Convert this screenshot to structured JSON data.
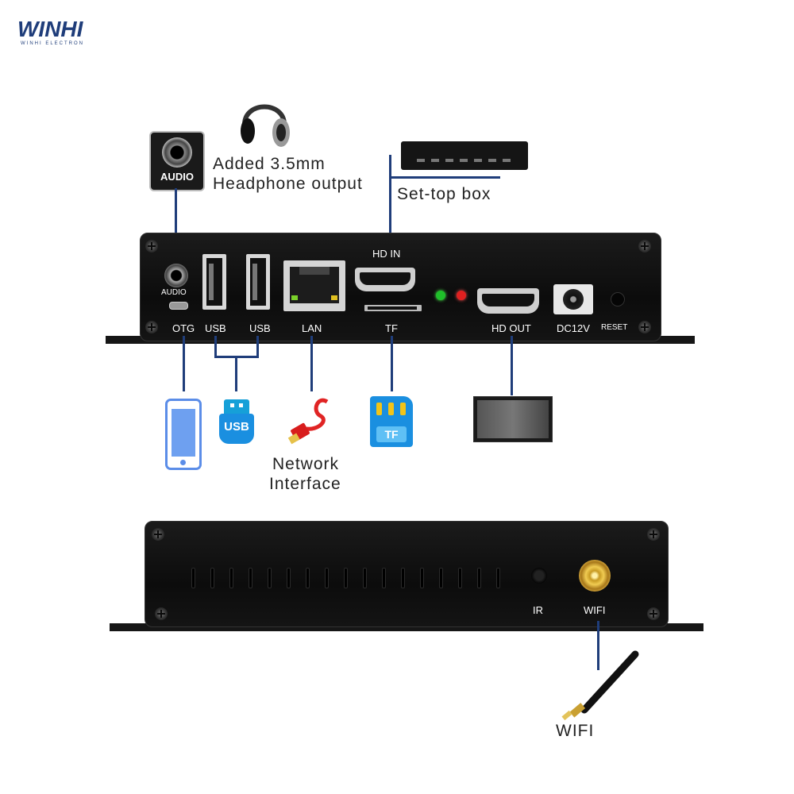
{
  "brand": {
    "logo_text": "WINHI",
    "tagline": "WINHI ELECTRON",
    "color": "#1f3d7a"
  },
  "callouts": {
    "audio_badge": "AUDIO",
    "headphone_line1": "Added 3.5mm",
    "headphone_line2": "Headphone output",
    "settop_box": "Set-top box",
    "network_line1": "Network",
    "network_line2": "Interface",
    "wifi_bottom": "WIFI"
  },
  "front_panel": {
    "ports": {
      "audio": "AUDIO",
      "otg": "OTG",
      "usb1": "USB",
      "usb2": "USB",
      "lan": "LAN",
      "hd_in": "HD IN",
      "tf": "TF",
      "hd_out": "HD OUT",
      "dc": "DC12V",
      "reset": "RESET"
    },
    "led_colors": [
      "#1fbf2a",
      "#e02020"
    ]
  },
  "accessories": {
    "usb_stick_label": "USB",
    "tf_card_label": "TF"
  },
  "back_panel": {
    "ir": "IR",
    "wifi": "WIFI"
  },
  "icons": [
    "headphones-icon",
    "audio-jack-icon",
    "settop-box-icon",
    "smartphone-icon",
    "usb-stick-icon",
    "ethernet-cable-icon",
    "tf-card-icon",
    "monitor-icon",
    "antenna-icon"
  ]
}
